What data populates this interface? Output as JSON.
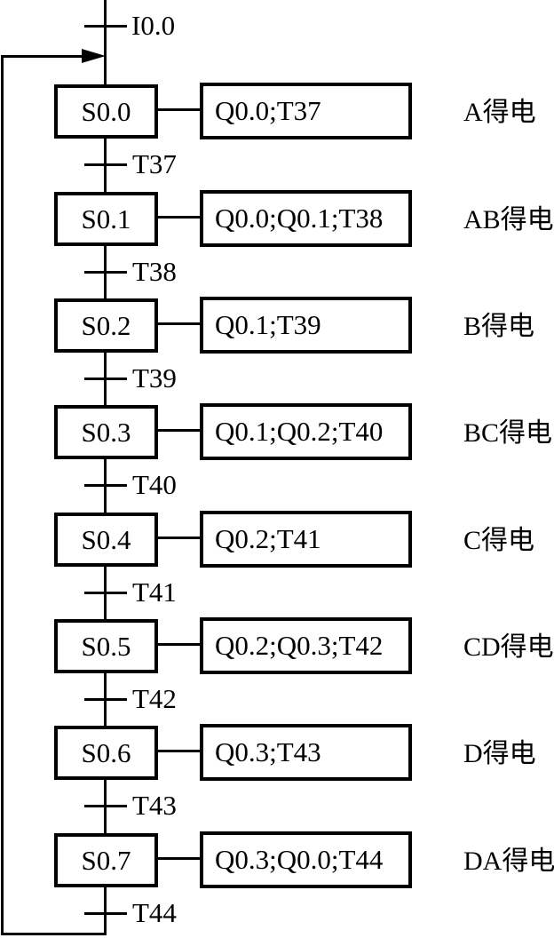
{
  "diagram": {
    "type": "plc-sequential-function-chart",
    "colors": {
      "line": "#000000",
      "background": "#ffffff"
    },
    "initial_transition": "I0.0",
    "rows": [
      {
        "state": "S0.0",
        "action": "Q0.0;T37",
        "label": "A得电",
        "transition": "T37"
      },
      {
        "state": "S0.1",
        "action": "Q0.0;Q0.1;T38",
        "label": "AB得电",
        "transition": "T38"
      },
      {
        "state": "S0.2",
        "action": "Q0.1;T39",
        "label": "B得电",
        "transition": "T39"
      },
      {
        "state": "S0.3",
        "action": "Q0.1;Q0.2;T40",
        "label": "BC得电",
        "transition": "T40"
      },
      {
        "state": "S0.4",
        "action": "Q0.2;T41",
        "label": "C得电",
        "transition": "T41"
      },
      {
        "state": "S0.5",
        "action": "Q0.2;Q0.3;T42",
        "label": "CD得电",
        "transition": "T42"
      },
      {
        "state": "S0.6",
        "action": "Q0.3;T43",
        "label": "D得电",
        "transition": "T43"
      },
      {
        "state": "S0.7",
        "action": "Q0.3;Q0.0;T44",
        "label": "DA得电",
        "transition": "T44"
      }
    ]
  }
}
